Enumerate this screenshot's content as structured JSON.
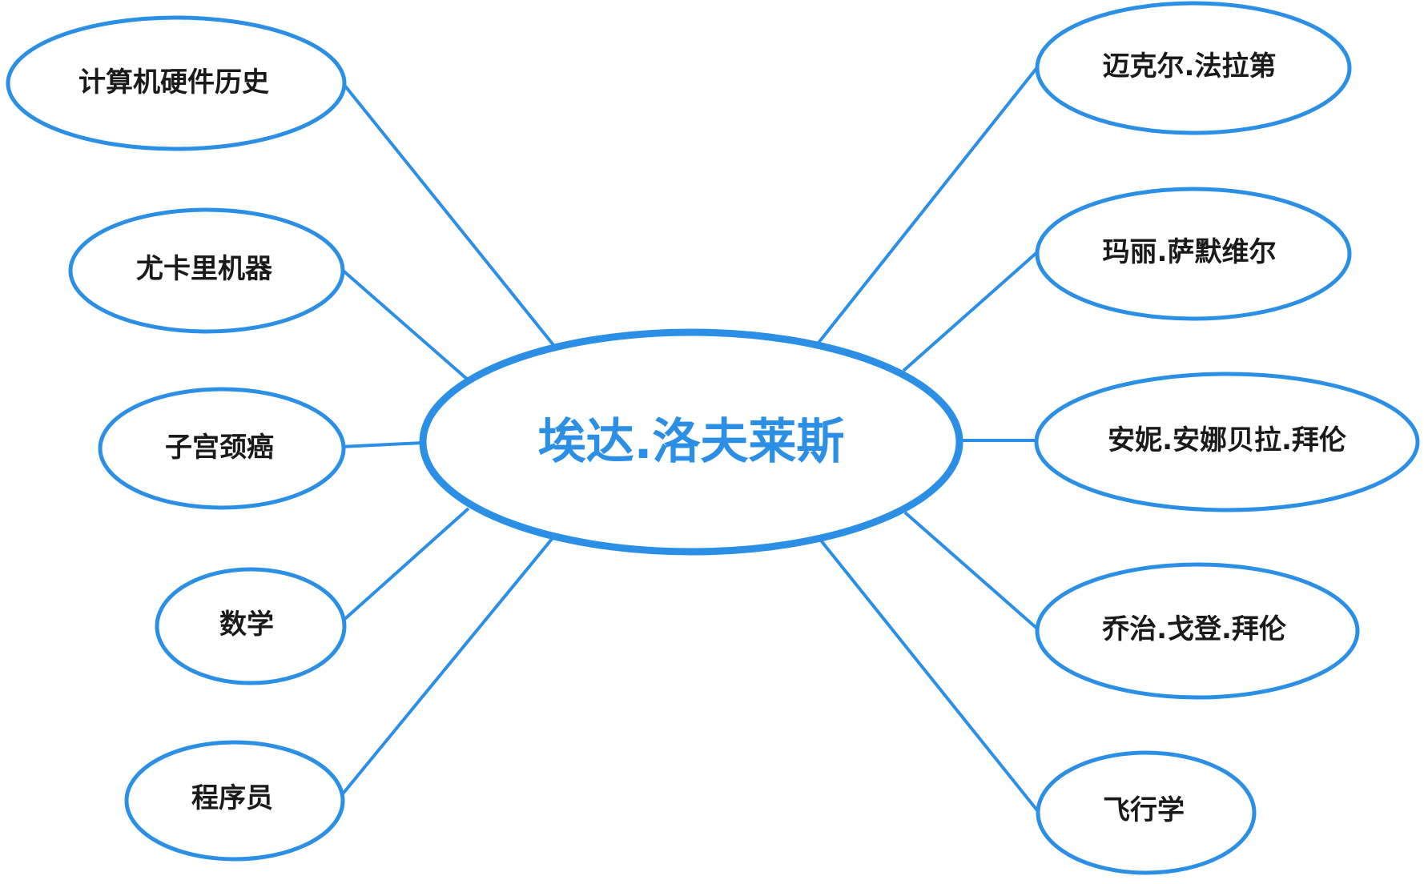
{
  "colors": {
    "accent": "#2b8fe6",
    "text": "#1a1a1a",
    "background": "#ffffff"
  },
  "center": {
    "label": "埃达.洛夫莱斯"
  },
  "left_nodes": [
    {
      "label": "计算机硬件历史"
    },
    {
      "label": "尤卡里机器"
    },
    {
      "label": "子宫颈癌"
    },
    {
      "label": "数学"
    },
    {
      "label": "程序员"
    }
  ],
  "right_nodes": [
    {
      "label": "迈克尔.法拉第"
    },
    {
      "label": "玛丽.萨默维尔"
    },
    {
      "label": "安妮.安娜贝拉.拜伦"
    },
    {
      "label": "乔治.戈登.拜伦"
    },
    {
      "label": "飞行学"
    }
  ]
}
